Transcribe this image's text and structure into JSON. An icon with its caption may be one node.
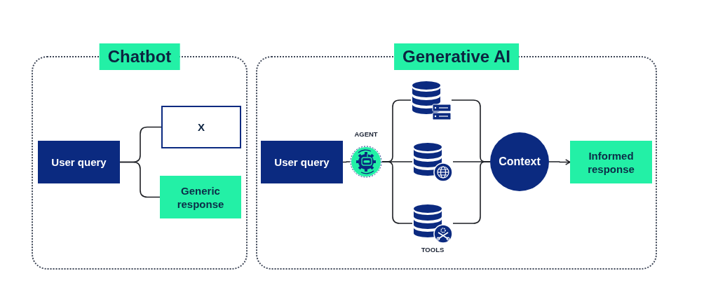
{
  "diagram": {
    "nodes": [
      {
        "text": [
          "Chatbot"
        ]
      },
      {
        "text": [
          "User query"
        ],
        "in": 0
      },
      {
        "text": [
          "X"
        ],
        "in": 0
      },
      {
        "text": [
          "Generic response"
        ],
        "in": 0
      },
      {
        "text": [
          "Generative AI"
        ]
      },
      {
        "text": [
          "User query"
        ],
        "in": 4
      },
      {
        "text": [],
        "shape": "picture",
        "beside": [
          "AGENT"
        ],
        "in": 4
      },
      {
        "text": [],
        "shape": "cylinder",
        "in": 4
      },
      {
        "text": [],
        "shape": "cylinder",
        "in": 4
      },
      {
        "text": [],
        "shape": "cylinder",
        "beside": [
          "TOOLS"
        ],
        "in": 4
      },
      {
        "text": [
          "Context"
        ],
        "in": 4
      },
      {
        "text": [
          "Informed response"
        ],
        "in": 4
      }
    ],
    "edges": [
      {
        "from": 1,
        "to": 2,
        "arrow": "none"
      },
      {
        "from": 1,
        "to": 3,
        "arrow": "none"
      },
      {
        "from": 5,
        "to": 6,
        "arrow": "none"
      },
      {
        "from": 6,
        "to": 7,
        "arrow": "none"
      },
      {
        "from": 6,
        "to": 8,
        "arrow": "none"
      },
      {
        "from": 6,
        "to": 9,
        "arrow": "none"
      },
      {
        "from": 7,
        "to": 10,
        "arrow": "none"
      },
      {
        "from": 8,
        "to": 10,
        "arrow": "none"
      },
      {
        "from": 9,
        "to": 10,
        "arrow": "none"
      },
      {
        "from": 10,
        "to": 11,
        "arrow": "to"
      }
    ]
  }
}
